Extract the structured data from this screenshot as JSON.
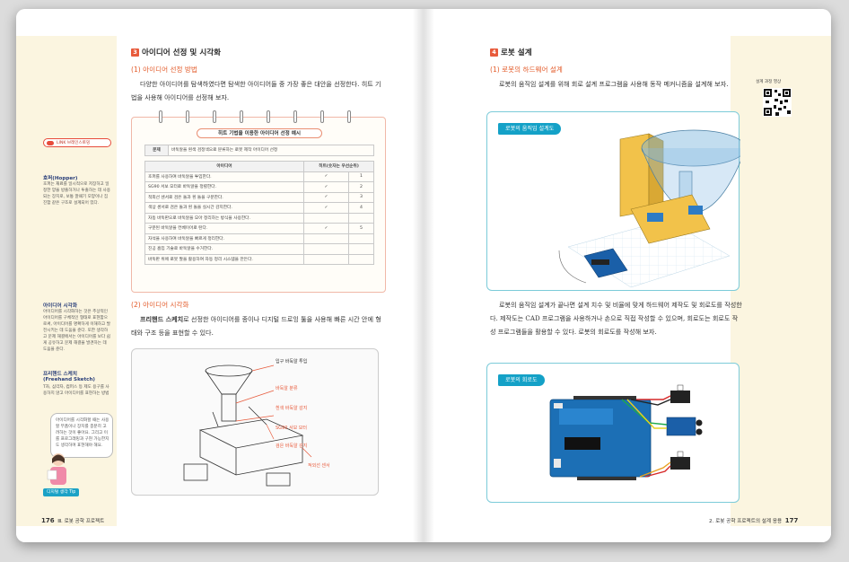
{
  "left": {
    "page_number": "176",
    "footer_text": "Ⅲ. 로봇 공학 프로젝트",
    "sidebar": {
      "link_badge": "LINK 브레인스토밍",
      "hopper_title": "호퍼(Hopper)",
      "hopper_body": "호퍼는 재료를 일시적으로 저장하고 일정한 양을 방출하거나 투출하는 데 사용되는 장치로, 보통 깔때기 모양이나 집진함 같은 구조로 설계되어 있다.",
      "vis_title": "아이디어 시각화",
      "vis_body": "아이디어를 시각화하는 것은 추상적인 아이디어를 구체적인 형태로 표현함으로써, 아이디어를 명확하게 이해하고 발전시키는 데 도움을 준다. 또한 생각하고 문제 해결에서는 아이디어를 보다 쉽게 공유하고 문제 해결을 발견하는 데 도움을 준다.",
      "sketch_title": "프리핸드 스케치",
      "sketch_title2": "(Freehand Sketch)",
      "sketch_body": "T자, 삼각자, 컴퍼스 등 제도 용구를 사용하지 않고 아이디어를 표현하는 방법",
      "bubble": "아이디어를 시각화할 때는 사용할 부품이나 장치를 충분히 고려하는 것이 좋아요. 그리고 이를 프로그래밍과 구현 가능한지도 생각하며 표현해야 해요.",
      "tip_label": "디지털 생각 Tip"
    },
    "section3": {
      "num": "3",
      "title": "아이디어 선정 및 시각화",
      "sub1": "(1) 아이디어 선정 방법",
      "para1": "다양한 아이디어를 탐색하였다면 탐색한 아이디어들 중 가장 좋은 대안을 선정한다. 히트 기법을 사용해 아이디어를 선정해 보자.",
      "table_title": "히트 기법을 이용한 아이디어 선정 예시",
      "problem_label": "문제",
      "problem_text": "바둑알을 흰색 검정색으로 분류하는 로봇 제작 아이디어 선정",
      "col_idea": "아이디어",
      "col_hit": "히트(숫자는 우선순위)",
      "rows": [
        {
          "idea": "호퍼를 사용하여 바둑알을 투입한다.",
          "check": "✓",
          "rank": "1"
        },
        {
          "idea": "SG90 서보 모터로 바둑알을 정렬한다.",
          "check": "✓",
          "rank": "2"
        },
        {
          "idea": "적외선 센서로 검은 돌과 흰 돌을 구분한다.",
          "check": "✓",
          "rank": "3"
        },
        {
          "idea": "색상 센서로 검은 돌과 흰 돌을 실시간 감지한다.",
          "check": "✓",
          "rank": "4"
        },
        {
          "idea": "자동 바둑판으로 바둑알을 모아 정리하는 방식을 사용한다.",
          "check": "",
          "rank": ""
        },
        {
          "idea": "구분된 바둑알을 컨베이어로 탄다.",
          "check": "✓",
          "rank": "5"
        },
        {
          "idea": "자석을 사용하여 바둑알을 빠르게 정리한다.",
          "check": "",
          "rank": ""
        },
        {
          "idea": "진공 흡입 기술로 바둑알을 수거한다.",
          "check": "",
          "rank": ""
        },
        {
          "idea": "바둑판 위에 로봇 팔을 활용하여 자동 정리 시스템을 만든다.",
          "check": "",
          "rank": ""
        }
      ],
      "sub2": "(2) 아이디어 시각화",
      "para2_bold": "프리핸드 스케치",
      "para2": "로 선정한 아이디어를 종이나 디지털 드로잉 툴을 사용해 빠른 시간 안에 형태와 구조 등을 표현할 수 있다.",
      "sketch_notes": [
        "입구 바둑알 투입",
        "바둑알 분류",
        "흰색 바둑알 감지",
        "SG90 서보 모터",
        "검은 바둑알 감지",
        "적외선 센서"
      ]
    }
  },
  "right": {
    "page_number": "177",
    "footer_text": "2. 로봇 공학 프로젝트의 설계 응용",
    "qr_label": "설계 과정 영상",
    "section4": {
      "num": "4",
      "title": "로봇 설계",
      "sub1": "(1) 로봇의 하드웨어 설계",
      "para1": "로봇의 움직임 설계를 위해 회로 설계 프로그램을 사용해 동작 메커니즘을 설계해 보자.",
      "tag1": "로봇의 움직임 설계도",
      "para2": "로봇의 움직임 설계가 끝나면 설계 치수 및 비율에 맞게 하드웨어 제작도 및 회로도를 작성한다. 제작도는 CAD 프로그램을 사용하거나 손으로 직접 작성할 수 있으며, 회로도는 회로도 작성 프로그램들을 활용할 수 있다. 로봇의 회로도를 작성해 보자.",
      "tag2": "로봇의 회로도"
    }
  },
  "colors": {
    "accent": "#e85b3c",
    "teal": "#14a1c7",
    "side_bg": "#fbf5e0"
  }
}
